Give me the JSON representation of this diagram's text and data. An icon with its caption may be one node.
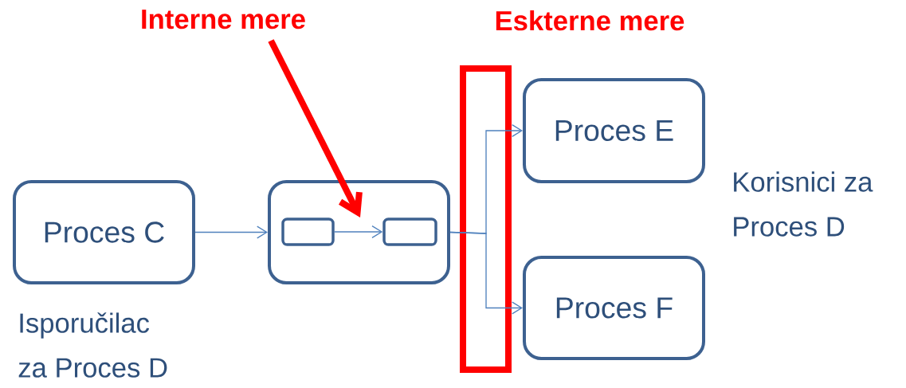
{
  "diagram": {
    "nodes": [
      {
        "text": [
          "Proces C"
        ]
      },
      {
        "text": [],
        "shape": "box"
      },
      {
        "text": [],
        "shape": "box",
        "in": 1
      },
      {
        "text": [],
        "shape": "box",
        "in": 1
      },
      {
        "text": [
          "Proces E"
        ]
      },
      {
        "text": [
          "Proces F"
        ]
      },
      {
        "text": [
          "Interne mere"
        ]
      }
    ],
    "edges": [
      {
        "from": 0,
        "to": 1,
        "arrow": "to"
      },
      {
        "from": 2,
        "to": 3,
        "arrow": "to"
      },
      {
        "from": 1,
        "to": 4,
        "arrow": "to"
      },
      {
        "from": 1,
        "to": 5,
        "arrow": "to"
      },
      {
        "from": 6,
        "to": 1,
        "arrow": "to",
        "style": "thick",
        "color": "#ff0000"
      }
    ],
    "labels": [
      "Eskterne mere",
      "Korisnici za Proces D",
      "Isporučilac za Proces D"
    ]
  }
}
